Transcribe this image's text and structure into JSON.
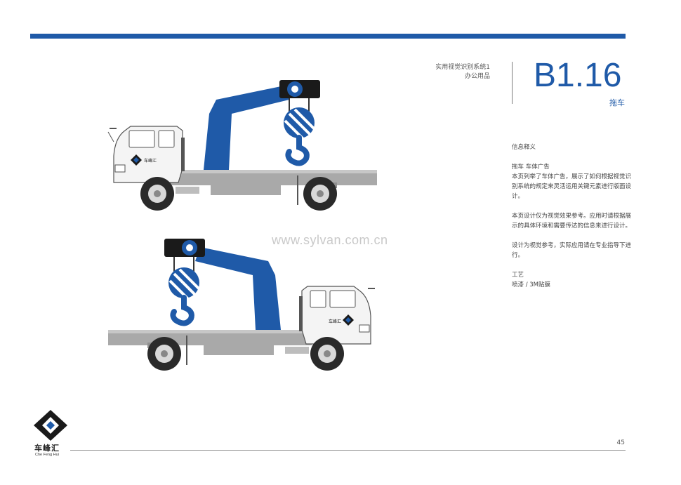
{
  "header": {
    "system_line1": "实用视觉识别系统1",
    "system_line2": "办公用品",
    "code": "B1.16",
    "subtitle": "拖车"
  },
  "info": {
    "heading": "信息释义",
    "item_title": "拖车 车体广告",
    "para1": "本页列举了车体广告，展示了如何根据视觉识别系统的规定来灵活运用关键元素进行版面设计。",
    "para2": "本页设计仅为视觉效果参考。应用时请根据展示的具体环境和需要传达的信息来进行设计。",
    "para3": "设计为视觉参考，实际应用请在专业指导下进行。",
    "craft_title": "工艺",
    "craft_value": "喷漆 / 3M贴膜"
  },
  "watermark": "www.sylvan.com.cn",
  "truck_logo_text": "车峰汇",
  "footer": {
    "brand_cn": "车峰汇",
    "brand_en": "Che Feng Hui",
    "page_number": "45"
  },
  "colors": {
    "brand_blue": "#1f5aa8",
    "crane_blue": "#1f5aa8",
    "bed_gray": "#a9a9a9"
  }
}
